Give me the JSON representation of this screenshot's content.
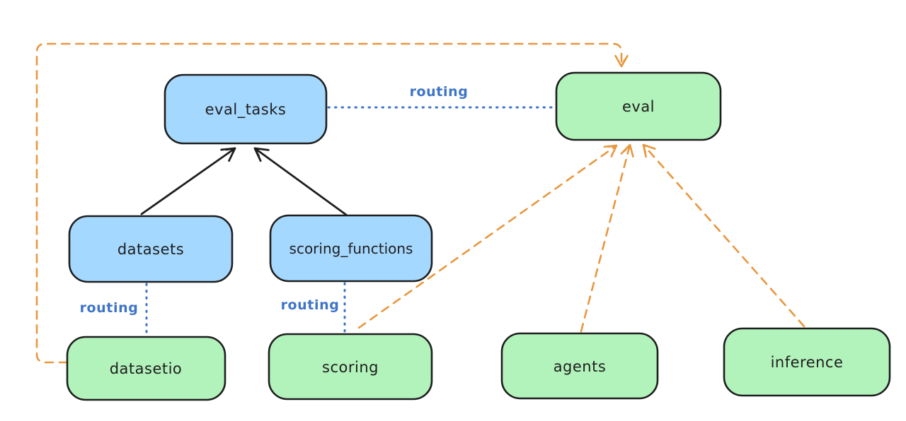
{
  "diagram": {
    "colors": {
      "node_stroke": "#1e1e1e",
      "blue_node_fill": "#a5d8ff",
      "green_node_fill": "#b2f2bb",
      "routing_blue": "#3d74c8",
      "orange_dashed": "#e8973f",
      "solid_arrow": "#1e1e1e",
      "background": "#ffffff"
    },
    "nodes": [
      {
        "id": "eval_tasks",
        "label": "eval_tasks",
        "color": "blue"
      },
      {
        "id": "eval",
        "label": "eval",
        "color": "green"
      },
      {
        "id": "datasets",
        "label": "datasets",
        "color": "blue"
      },
      {
        "id": "scoring_functions",
        "label": "scoring_functions",
        "color": "blue"
      },
      {
        "id": "datasetio",
        "label": "datasetio",
        "color": "green"
      },
      {
        "id": "scoring",
        "label": "scoring",
        "color": "green"
      },
      {
        "id": "agents",
        "label": "agents",
        "color": "green"
      },
      {
        "id": "inference",
        "label": "inference",
        "color": "green"
      }
    ],
    "edges": [
      {
        "from": "datasets",
        "to": "eval_tasks",
        "style": "solid-arrow",
        "color": "black",
        "label": ""
      },
      {
        "from": "scoring_functions",
        "to": "eval_tasks",
        "style": "solid-arrow",
        "color": "black",
        "label": ""
      },
      {
        "from": "eval_tasks",
        "to": "eval",
        "style": "dotted",
        "color": "blue",
        "label": "routing"
      },
      {
        "from": "datasets",
        "to": "datasetio",
        "style": "dotted",
        "color": "blue",
        "label": "routing"
      },
      {
        "from": "scoring_functions",
        "to": "scoring",
        "style": "dotted",
        "color": "blue",
        "label": "routing"
      },
      {
        "from": "datasetio",
        "to": "eval",
        "style": "dashed-arrow",
        "color": "orange",
        "label": ""
      },
      {
        "from": "scoring",
        "to": "eval",
        "style": "dashed-arrow",
        "color": "orange",
        "label": ""
      },
      {
        "from": "agents",
        "to": "eval",
        "style": "dashed-arrow",
        "color": "orange",
        "label": ""
      },
      {
        "from": "inference",
        "to": "eval",
        "style": "dashed-arrow",
        "color": "orange",
        "label": ""
      }
    ]
  }
}
